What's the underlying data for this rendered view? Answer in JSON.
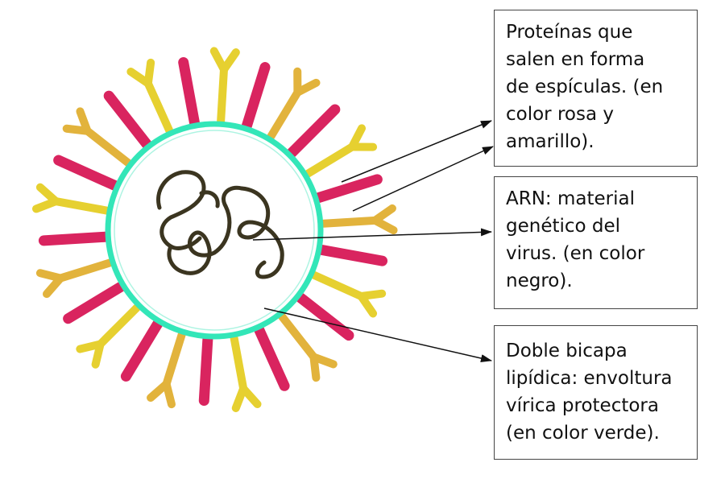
{
  "labels": {
    "proteins": [
      "Proteínas que",
      "salen en forma",
      "de espículas. (en",
      "color rosa y",
      "amarillo)."
    ],
    "arn": [
      "ARN: material",
      "genético del",
      "virus. (en color",
      "negro)."
    ],
    "envelope": [
      "Doble bicapa",
      "lipídica: envoltura",
      "vírica protectora",
      "(en color verde)."
    ]
  },
  "colors": {
    "membrane": "#33e6b8",
    "spike_pink": "#d9245f",
    "spike_yellow": "#e6d030",
    "spike_gold": "#e2b33c",
    "rna": "#3b3520",
    "arrow": "#111111"
  }
}
